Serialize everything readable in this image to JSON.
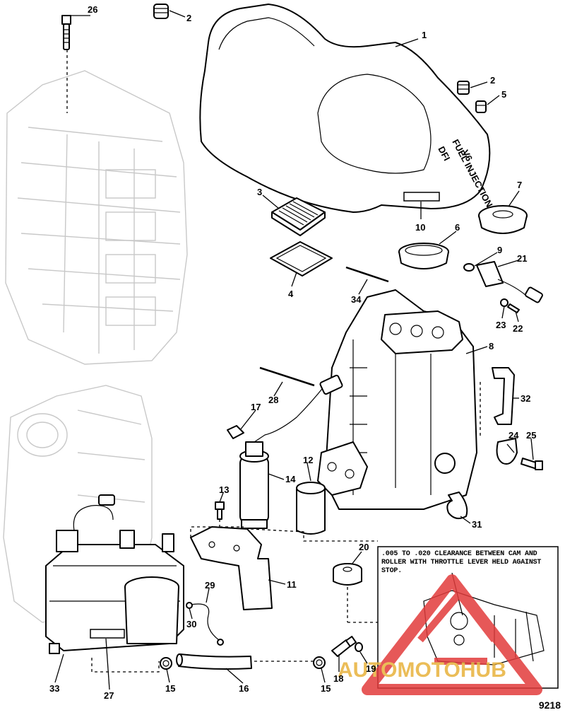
{
  "figure_number": "9218",
  "cover_text": {
    "brand": "DFI",
    "subtitle": "FUEL INJECTION",
    "model": "V6"
  },
  "inset_note": ".005 TO .020 CLEARANCE BETWEEN CAM AND ROLLER WITH THROTTLE LEVER HELD AGAINST STOP.",
  "watermark": "AUTOMOTOHUB",
  "callouts": [
    "1",
    "2",
    "2",
    "3",
    "4",
    "5",
    "6",
    "7",
    "8",
    "9",
    "10",
    "11",
    "12",
    "13",
    "14",
    "15",
    "15",
    "16",
    "17",
    "18",
    "19",
    "20",
    "21",
    "22",
    "23",
    "24",
    "25",
    "26",
    "27",
    "28",
    "29",
    "30",
    "31",
    "32",
    "33",
    "34"
  ]
}
